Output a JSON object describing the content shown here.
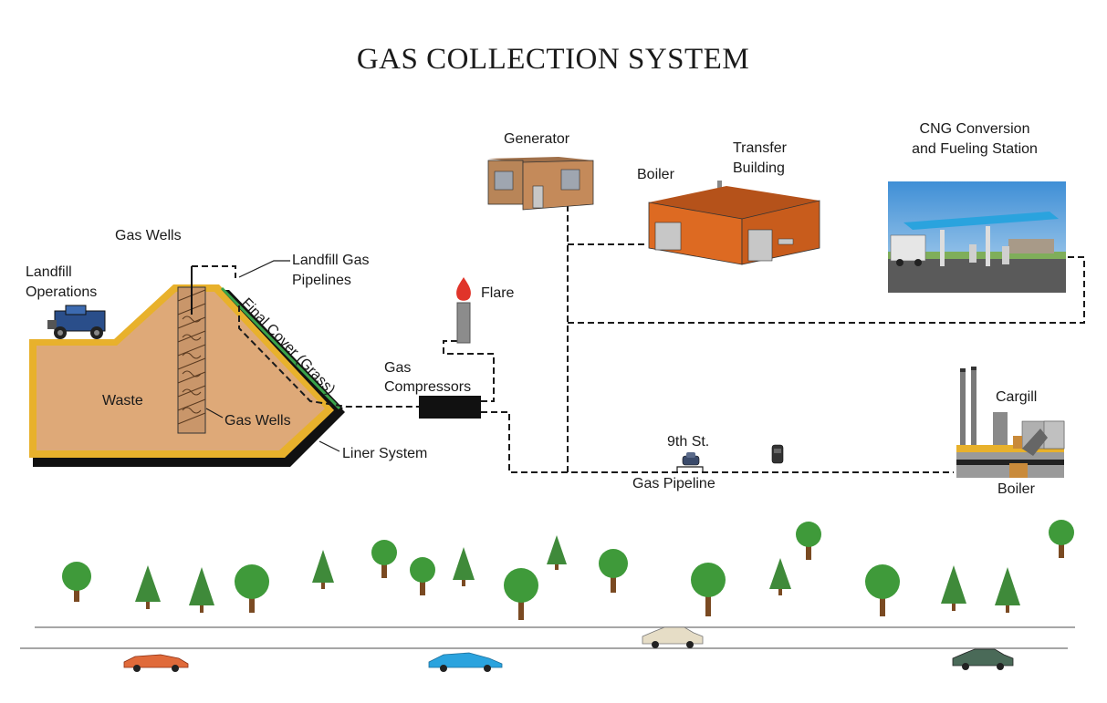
{
  "title": "GAS COLLECTION SYSTEM",
  "labels": {
    "gas_wells_top": "Gas Wells",
    "landfill_operations_1": "Landfill",
    "landfill_operations_2": "Operations",
    "landfill_gas_pipelines_1": "Landfill Gas",
    "landfill_gas_pipelines_2": "Pipelines",
    "final_cover": "Final Cover (Grass)",
    "waste": "Waste",
    "gas_wells_inner": "Gas Wells",
    "liner_system": "Liner System",
    "flare": "Flare",
    "gas_compressors_1": "Gas",
    "gas_compressors_2": "Compressors",
    "generator": "Generator",
    "boiler_building": "Boiler",
    "transfer_building_1": "Transfer",
    "transfer_building_2": "Building",
    "cng_1": "CNG Conversion",
    "cng_2": "and Fueling Station",
    "cargill": "Cargill",
    "boiler_cargill": "Boiler",
    "ninth_st": "9th St.",
    "gas_pipeline": "Gas Pipeline"
  },
  "colors": {
    "waste_fill": "#dea978",
    "liner_yellow": "#e8b12c",
    "liner_black": "#111111",
    "cover_green": "#3aa34a",
    "transfer_building": "#dd6a22",
    "generator_building": "#c48a5a",
    "flare_flame": "#e0342a",
    "tree_green": "#3f9a3a",
    "trunk_brown": "#7a4a22"
  },
  "icons": [
    "landfill-truck-icon",
    "tree-icon",
    "pine-tree-icon",
    "car-icon"
  ]
}
